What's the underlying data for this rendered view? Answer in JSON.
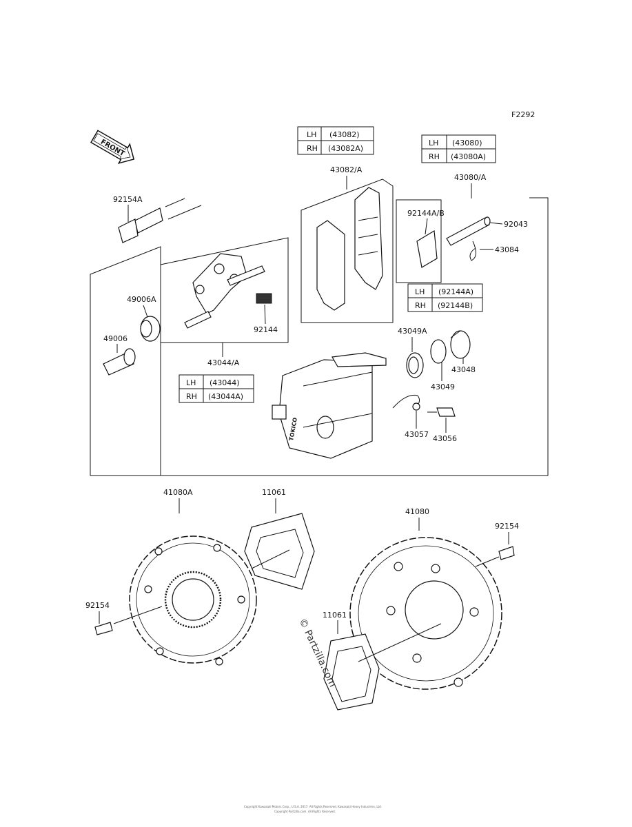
{
  "figure_code": "F2292",
  "front_arrow_label": "FRONT",
  "callouts": {
    "pads": "43082/A",
    "pin_set": "43080/A",
    "spring_set": "92144A/B",
    "pin": "92043",
    "clip": "43084",
    "bolt_a": "92154A",
    "boot_a": "49006A",
    "sleeve": "49006",
    "small_spring": "92144",
    "holder": "43044/A",
    "seal_a": "43049A",
    "piston": "43048",
    "seal": "43049",
    "cap": "43057",
    "bleeder": "43056",
    "disc_left": "41080A",
    "disc_right": "41080",
    "shim_top": "11061",
    "shim_bottom": "11061",
    "bolt_right": "92154",
    "bolt_left": "92154"
  },
  "tables": {
    "pads": [
      [
        "LH",
        "(43082)"
      ],
      [
        "RH",
        "(43082A)"
      ]
    ],
    "pin": [
      [
        "LH",
        "(43080)"
      ],
      [
        "RH",
        "(43080A)"
      ]
    ],
    "spring": [
      [
        "LH",
        "(92144A)"
      ],
      [
        "RH",
        "(92144B)"
      ]
    ],
    "holder": [
      [
        "LH",
        "(43044)"
      ],
      [
        "RH",
        "(43044A)"
      ]
    ]
  },
  "caliper_brand": "TOKICO",
  "watermark": "© Partzilla.com",
  "footer_line1": "Copyright Kawasaki Motors Corp., U.S.A. 2017. All Rights Reserved. Kawasaki Heavy Industries, Ltd.",
  "footer_line2": "Copyright Partzilla.com. All Rights Reserved."
}
